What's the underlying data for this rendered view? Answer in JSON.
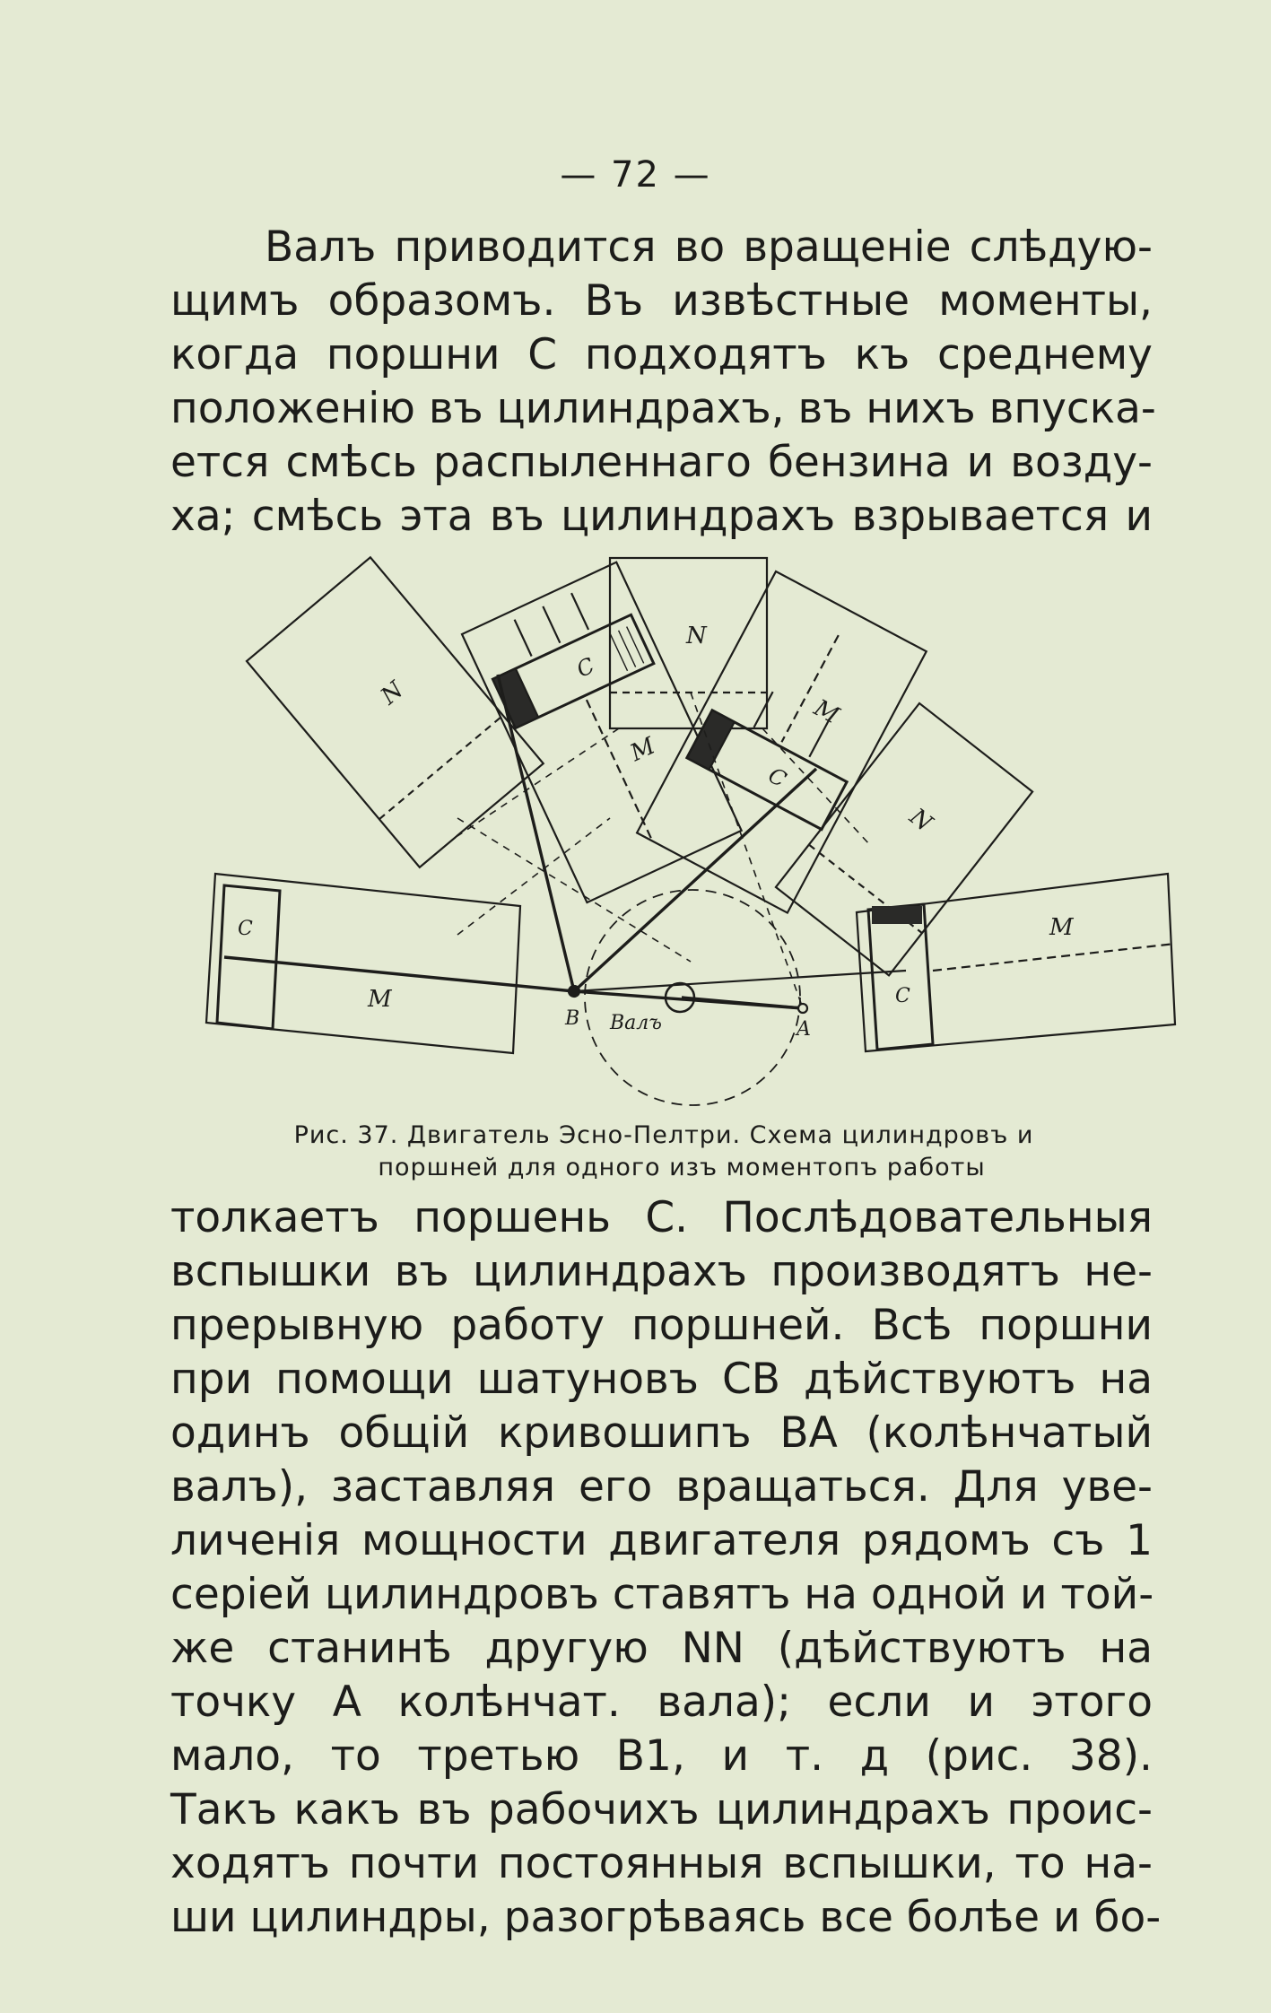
{
  "page": {
    "number": "— 72 —"
  },
  "paragraph_top": [
    "Валъ приводится во вращеніе слѣдую-",
    "щимъ образомъ. Въ извѣстные моменты,",
    "когда поршни C подходятъ къ среднему",
    "положенію въ цилиндрахъ, въ нихъ впуска-",
    "ется смѣсь распыленнаго бензина и возду-",
    "ха; смѣсь эта въ цилиндрахъ взрывается и"
  ],
  "figure": {
    "labels": {
      "n1": "N",
      "n2": "N",
      "n3": "N",
      "m1": "M",
      "m2": "M",
      "m3": "M",
      "m4": "M",
      "c1": "C",
      "c2": "C",
      "c3": "C",
      "c4": "C",
      "b": "B",
      "a": "A",
      "shaft": "Валъ"
    }
  },
  "caption": {
    "line1": "Рис. 37. Двигатель Эсно-Пелтри. Схема цилиндровъ и",
    "line2": "поршней для одного изъ моментопъ работы"
  },
  "paragraph_bottom": [
    "толкаетъ поршень C. Послѣдовательныя",
    "вспышки въ цилиндрахъ производятъ не-",
    "прерывную работу поршней. Всѣ поршни",
    "при помощи шатуновъ CB дѣйствуютъ на",
    "одинъ общій кривошипъ BA (колѣнчатый",
    "валъ), заставляя его вращаться. Для уве-",
    "личенія мощности двигателя рядомъ съ 1",
    "серіей цилиндровъ ставятъ на одной и той-",
    "же станинѣ другую NN (дѣйствуютъ на",
    "точку A колѣнчат. вала); если и этого",
    "мало, то третью B1, и т. д (рис. 38).",
    "Такъ какъ въ рабочихъ цилиндрахъ проис-",
    "ходятъ почти постоянныя вспышки, то на-",
    "ши цилиндры, разогрѣваясь все болѣе и бо-"
  ]
}
